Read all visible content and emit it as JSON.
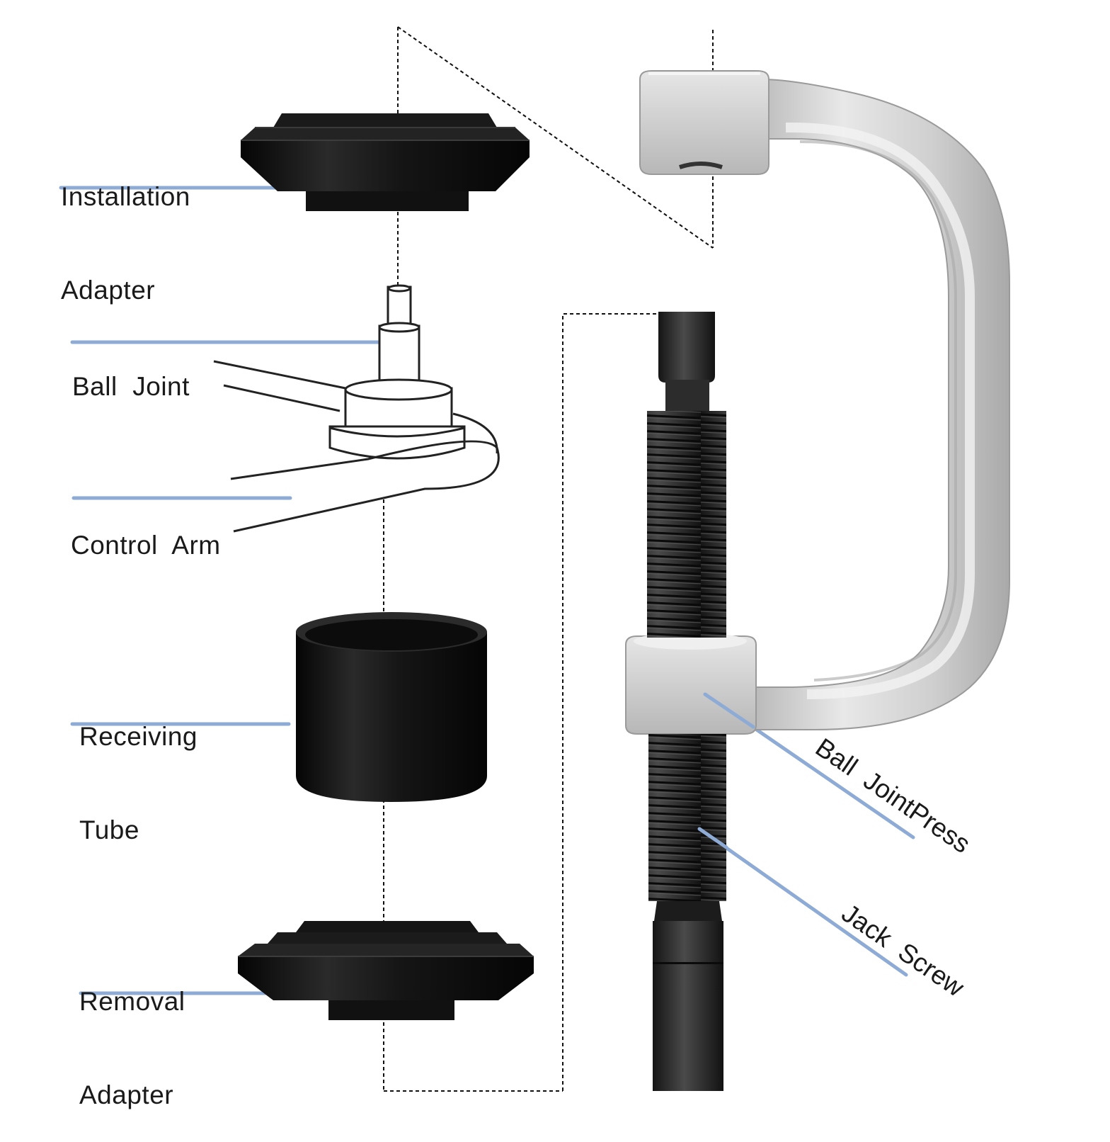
{
  "labels": {
    "installation_adapter": [
      "Installation",
      "Adapter"
    ],
    "ball_joint": "Ball  Joint",
    "control_arm": "Control  Arm",
    "receiving_tube": [
      "Receiving",
      "Tube"
    ],
    "removal_adapter": [
      "Removal",
      "Adapter"
    ],
    "ball_joint_press": "Ball  JointPress",
    "jack_screw": "Jack  Screw"
  },
  "colors": {
    "leader_line": "#8eabd6",
    "adapter_black": "#141414",
    "press_silver": "#d6d6d6",
    "screw_dark": "#2a2a2a",
    "outline": "#222222"
  }
}
